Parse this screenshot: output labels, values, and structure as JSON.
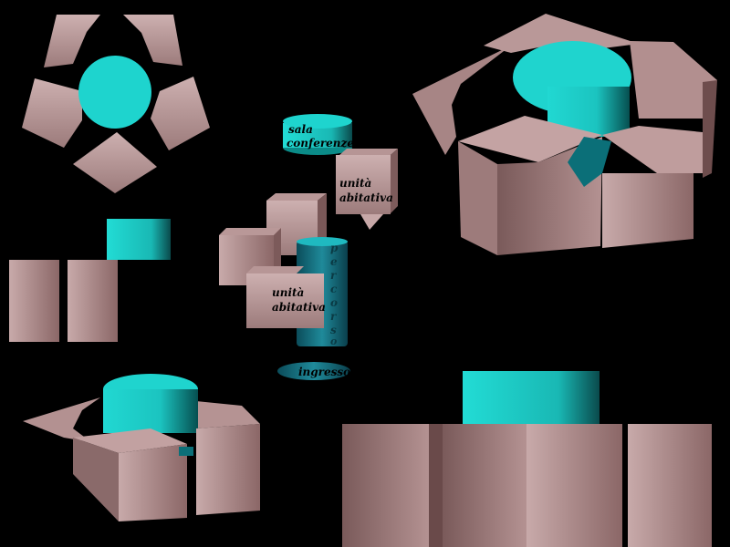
{
  "labels": {
    "sala_line1": "sala",
    "sala_line2": "conferenze",
    "unita1_line1": "unità",
    "unita1_line2": "abitativa",
    "unita2_line1": "unità",
    "unita2_line2": "abitativa",
    "percorso": [
      "p",
      "e",
      "r",
      "c",
      "o",
      "r",
      "s",
      "o"
    ],
    "ingresso": "ingresso"
  },
  "colors": {
    "background": "#000000",
    "block_light": "#c7a8a8",
    "block_mid": "#a38080",
    "block_dark": "#6e4d4d",
    "cylinder_light": "#1fd6d0",
    "cylinder_dark": "#0b7f80",
    "path_dark": "#1a6f80"
  }
}
